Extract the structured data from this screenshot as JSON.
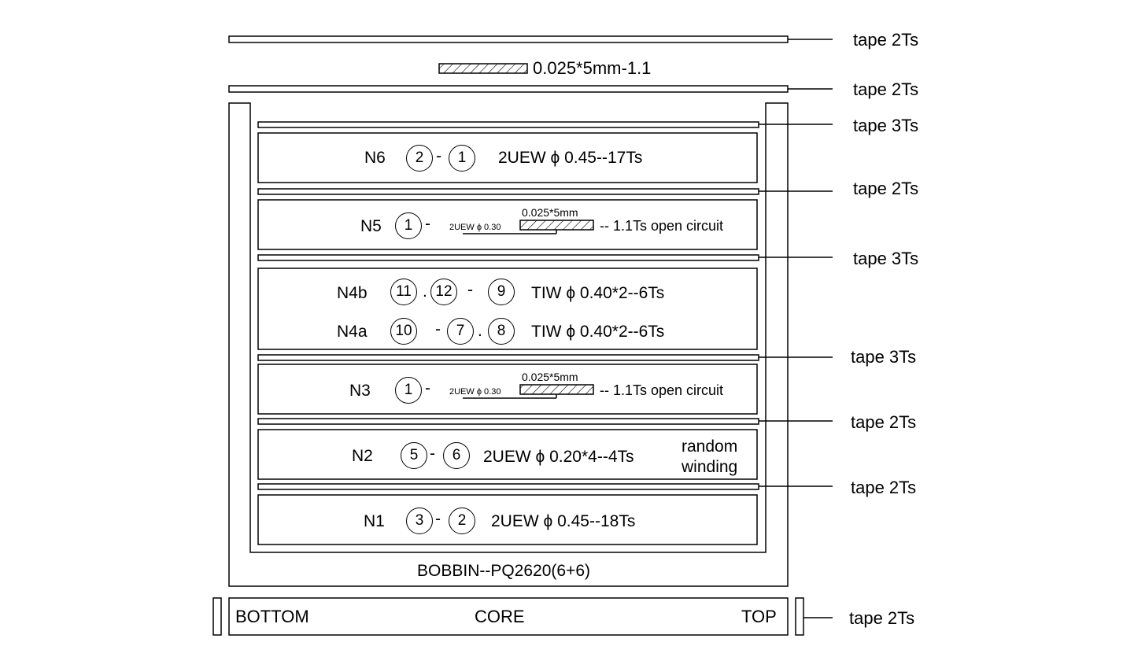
{
  "top_section": {
    "tape_top": "tape 2Ts",
    "copper_label": "0.025*5mm-1.1",
    "tape_mid": "tape 2Ts"
  },
  "tapes": {
    "t1": "tape 3Ts",
    "t2": "tape 2Ts",
    "t3": "tape 3Ts",
    "t4": "tape 3Ts",
    "t5": "tape 2Ts",
    "t6": "tape 2Ts",
    "core": "tape 2Ts"
  },
  "windings": {
    "n6": {
      "name": "N6",
      "pin_a": "2",
      "dash": "-",
      "pin_b": "1",
      "spec": "2UEW ϕ 0.45--17Ts"
    },
    "n5": {
      "name": "N5",
      "pin_a": "1",
      "dash": "-",
      "wire": "2UEW ϕ  0.30",
      "foil": "0.025*5mm",
      "spec": "-- 1.1Ts open circuit"
    },
    "n4b": {
      "name": "N4b",
      "pin_a": "11",
      "dot": ".",
      "pin_b": "12",
      "dash": "-",
      "pin_c": "9",
      "spec": "TIW ϕ 0.40*2--6Ts"
    },
    "n4a": {
      "name": "N4a",
      "pin_a": "10",
      "dash": "-",
      "pin_b": "7",
      "dot": ".",
      "pin_c": "8",
      "spec": "TIW ϕ 0.40*2--6Ts"
    },
    "n3": {
      "name": "N3",
      "pin_a": "1",
      "dash": "-",
      "wire": "2UEW ϕ  0.30",
      "foil": "0.025*5mm",
      "spec": "-- 1.1Ts open circuit"
    },
    "n2": {
      "name": "N2",
      "pin_a": "5",
      "dash": "-",
      "pin_b": "6",
      "spec": "2UEW ϕ 0.20*4--4Ts",
      "note1": "random",
      "note2": "winding"
    },
    "n1": {
      "name": "N1",
      "pin_a": "3",
      "dash": "-",
      "pin_b": "2",
      "spec": "2UEW ϕ 0.45--18Ts"
    }
  },
  "bobbin": {
    "label": "BOBBIN--PQ2620(6+6)"
  },
  "core": {
    "left": "BOTTOM",
    "center": "CORE",
    "right": "TOP"
  }
}
